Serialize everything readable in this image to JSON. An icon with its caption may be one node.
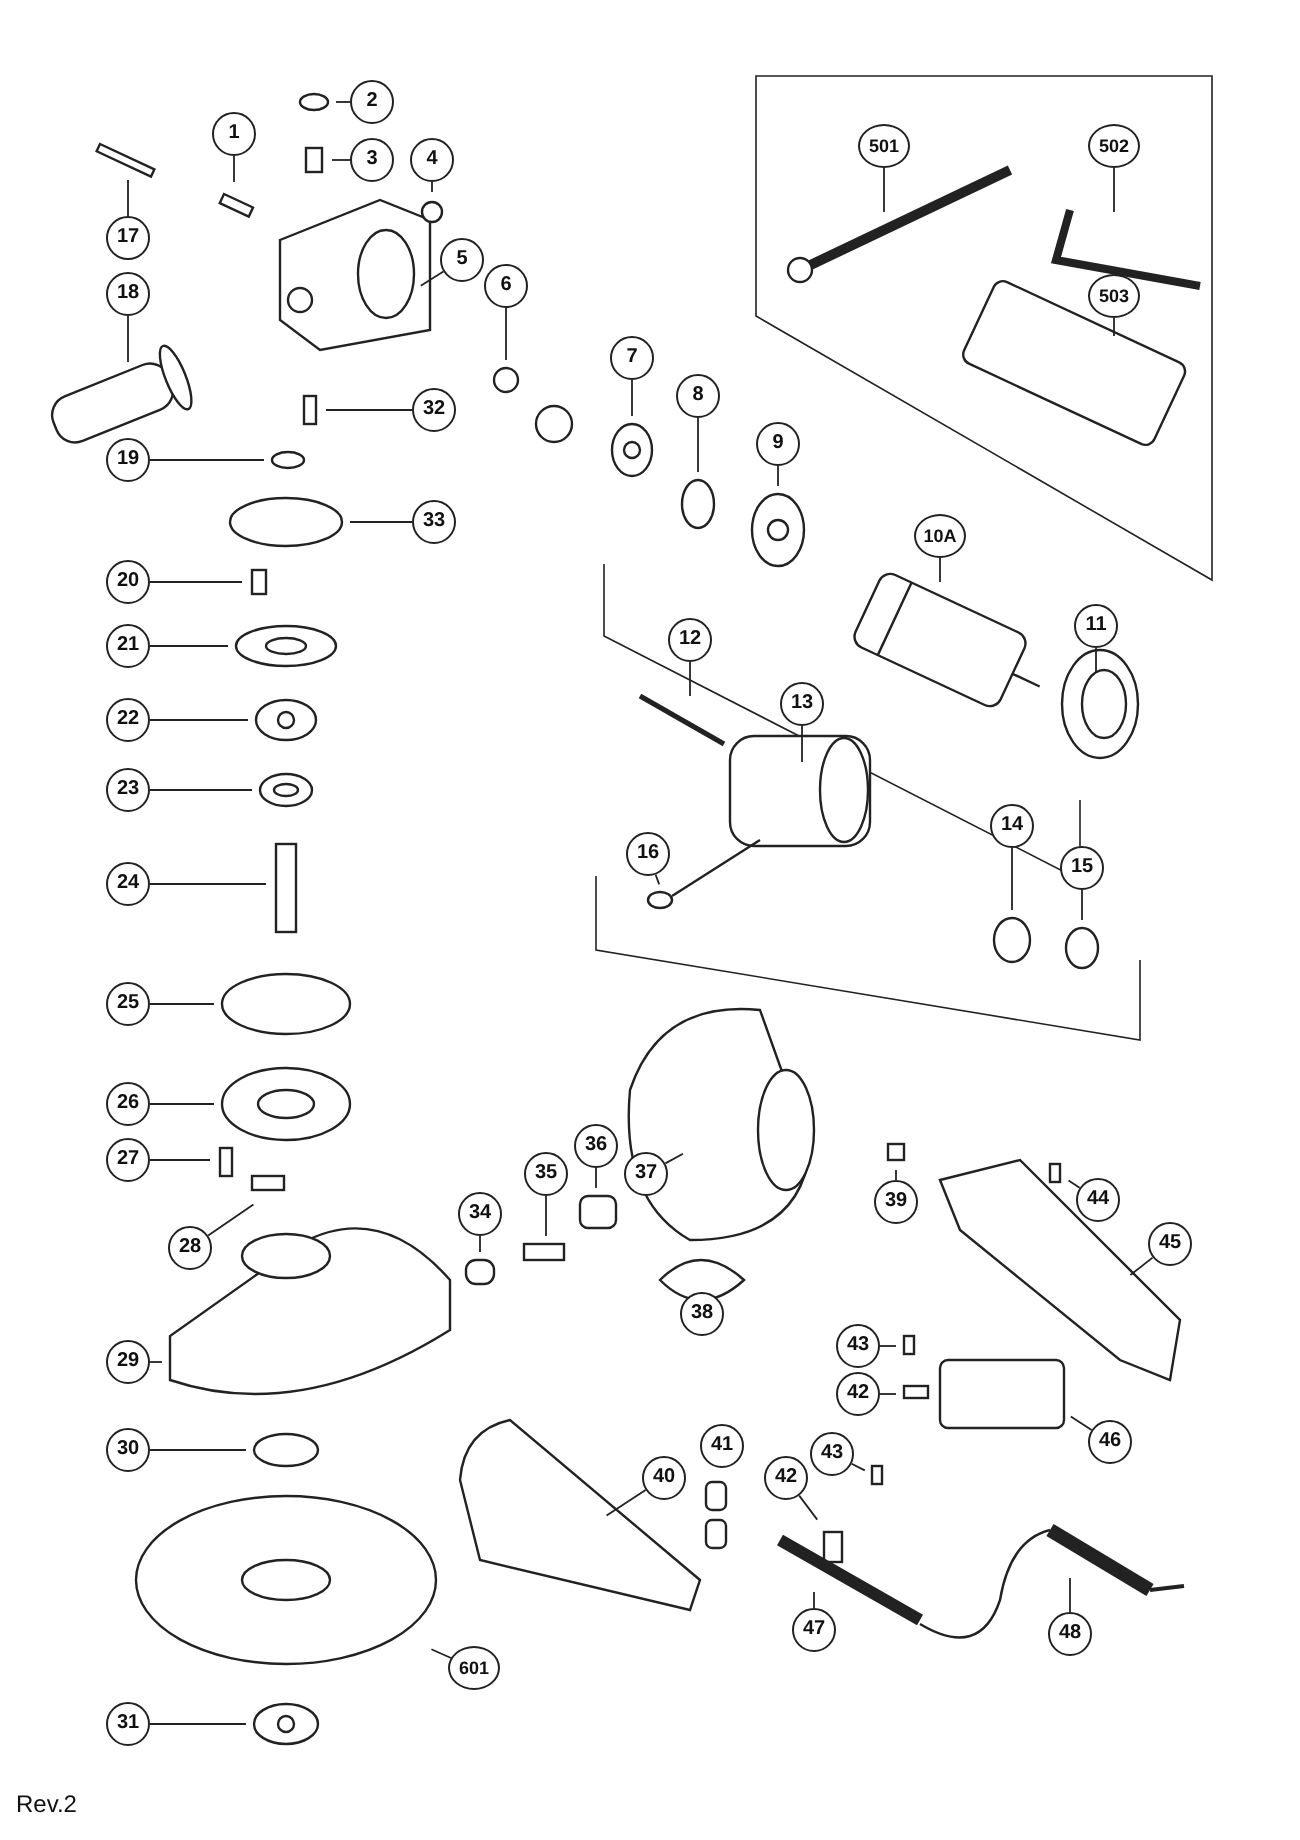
{
  "diagram": {
    "nodes": [
      {
        "text": [
          "1"
        ]
      },
      {
        "text": [
          "2"
        ]
      },
      {
        "text": [
          "3"
        ]
      },
      {
        "text": [
          "4"
        ]
      },
      {
        "text": [
          "5"
        ]
      },
      {
        "text": [
          "6"
        ]
      },
      {
        "text": [
          "7"
        ]
      },
      {
        "text": [
          "8"
        ]
      },
      {
        "text": [
          "9"
        ]
      },
      {
        "text": [
          "10A"
        ]
      },
      {
        "text": [
          "11"
        ]
      },
      {
        "text": [
          "12"
        ]
      },
      {
        "text": [
          "13"
        ]
      },
      {
        "text": [
          "14"
        ]
      },
      {
        "text": [
          "15"
        ]
      },
      {
        "text": [
          "16"
        ]
      },
      {
        "text": [
          "17"
        ]
      },
      {
        "text": [
          "18"
        ]
      },
      {
        "text": [
          "19"
        ]
      },
      {
        "text": [
          "20"
        ]
      },
      {
        "text": [
          "21"
        ]
      },
      {
        "text": [
          "22"
        ]
      },
      {
        "text": [
          "23"
        ]
      },
      {
        "text": [
          "24"
        ]
      },
      {
        "text": [
          "25"
        ]
      },
      {
        "text": [
          "26"
        ]
      },
      {
        "text": [
          "27"
        ]
      },
      {
        "text": [
          "28"
        ]
      },
      {
        "text": [
          "29"
        ]
      },
      {
        "text": [
          "30"
        ]
      },
      {
        "text": [
          "31"
        ]
      },
      {
        "text": [
          "32"
        ]
      },
      {
        "text": [
          "33"
        ]
      },
      {
        "text": [
          "34"
        ]
      },
      {
        "text": [
          "35"
        ]
      },
      {
        "text": [
          "36"
        ]
      },
      {
        "text": [
          "37"
        ]
      },
      {
        "text": [
          "38"
        ]
      },
      {
        "text": [
          "39"
        ]
      },
      {
        "text": [
          "40"
        ]
      },
      {
        "text": [
          "41"
        ]
      },
      {
        "text": [
          "43"
        ]
      },
      {
        "text": [
          "42"
        ]
      },
      {
        "text": [
          "42"
        ]
      },
      {
        "text": [
          "43"
        ]
      },
      {
        "text": [
          "44"
        ]
      },
      {
        "text": [
          "45"
        ]
      },
      {
        "text": [
          "46"
        ]
      },
      {
        "text": [
          "47"
        ]
      },
      {
        "text": [
          "48"
        ]
      },
      {
        "text": [
          "501"
        ]
      },
      {
        "text": [
          "502"
        ]
      },
      {
        "text": [
          "503"
        ]
      },
      {
        "text": [
          "601"
        ]
      }
    ],
    "edges": [
      {
        "from": 0,
        "to": null,
        "arrow": "none"
      },
      {
        "from": 1,
        "to": null,
        "arrow": "none"
      },
      {
        "from": 2,
        "to": null,
        "arrow": "none"
      },
      {
        "from": 3,
        "to": null,
        "arrow": "none"
      },
      {
        "from": 4,
        "to": null,
        "arrow": "none"
      },
      {
        "from": 5,
        "to": null,
        "arrow": "none"
      },
      {
        "from": 6,
        "to": null,
        "arrow": "none"
      },
      {
        "from": 7,
        "to": null,
        "arrow": "none"
      },
      {
        "from": 8,
        "to": null,
        "arrow": "none"
      },
      {
        "from": 9,
        "to": null,
        "arrow": "none"
      },
      {
        "from": 10,
        "to": null,
        "arrow": "none"
      },
      {
        "from": 11,
        "to": null,
        "arrow": "none"
      },
      {
        "from": 12,
        "to": null,
        "arrow": "none"
      },
      {
        "from": 13,
        "to": null,
        "arrow": "none"
      },
      {
        "from": 14,
        "to": null,
        "arrow": "none"
      },
      {
        "from": 15,
        "to": null,
        "arrow": "none"
      },
      {
        "from": 16,
        "to": null,
        "arrow": "none"
      },
      {
        "from": 17,
        "to": null,
        "arrow": "none"
      },
      {
        "from": 18,
        "to": null,
        "arrow": "none"
      },
      {
        "from": 19,
        "to": null,
        "arrow": "none"
      },
      {
        "from": 20,
        "to": null,
        "arrow": "none"
      },
      {
        "from": 21,
        "to": null,
        "arrow": "none"
      },
      {
        "from": 22,
        "to": null,
        "arrow": "none"
      },
      {
        "from": 23,
        "to": null,
        "arrow": "none"
      },
      {
        "from": 24,
        "to": null,
        "arrow": "none"
      },
      {
        "from": 25,
        "to": null,
        "arrow": "none"
      },
      {
        "from": 26,
        "to": null,
        "arrow": "none"
      },
      {
        "from": 27,
        "to": null,
        "arrow": "none"
      },
      {
        "from": 28,
        "to": null,
        "arrow": "none"
      },
      {
        "from": 29,
        "to": null,
        "arrow": "none"
      },
      {
        "from": 30,
        "to": null,
        "arrow": "none"
      },
      {
        "from": 31,
        "to": null,
        "arrow": "none"
      },
      {
        "from": 32,
        "to": null,
        "arrow": "none"
      },
      {
        "from": 33,
        "to": null,
        "arrow": "none"
      },
      {
        "from": 34,
        "to": null,
        "arrow": "none"
      },
      {
        "from": 35,
        "to": null,
        "arrow": "none"
      },
      {
        "from": 36,
        "to": null,
        "arrow": "none"
      },
      {
        "from": 37,
        "to": null,
        "arrow": "none"
      },
      {
        "from": 38,
        "to": null,
        "arrow": "none"
      },
      {
        "from": 39,
        "to": null,
        "arrow": "none"
      },
      {
        "from": 41,
        "to": null,
        "arrow": "none"
      },
      {
        "from": 42,
        "to": null,
        "arrow": "none"
      },
      {
        "from": 43,
        "to": null,
        "arrow": "none"
      },
      {
        "from": 44,
        "to": null,
        "arrow": "none"
      },
      {
        "from": 45,
        "to": null,
        "arrow": "none"
      },
      {
        "from": 46,
        "to": null,
        "arrow": "none"
      },
      {
        "from": 47,
        "to": null,
        "arrow": "none"
      },
      {
        "from": 48,
        "to": null,
        "arrow": "none"
      },
      {
        "from": 49,
        "to": null,
        "arrow": "none"
      },
      {
        "from": 50,
        "to": null,
        "arrow": "none"
      },
      {
        "from": 51,
        "to": null,
        "arrow": "none"
      },
      {
        "from": 52,
        "to": null,
        "arrow": "none"
      },
      {
        "from": 53,
        "to": null,
        "arrow": "none"
      }
    ],
    "labels": [
      "Rev.2"
    ]
  }
}
